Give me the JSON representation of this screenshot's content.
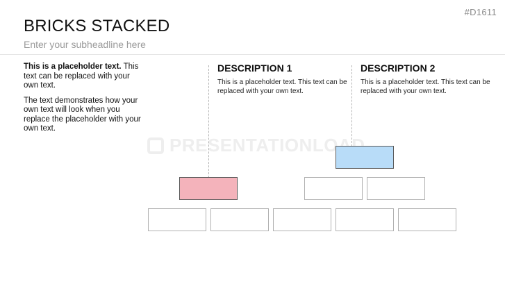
{
  "slide_id": "#D1611",
  "header": {
    "title": "BRICKS STACKED",
    "subtitle": "Enter your subheadline here"
  },
  "left": {
    "bold_lead": "This is a placeholder text.",
    "rest": " This text can be replaced with your own text.",
    "paragraph2": "The text demonstrates how your own text will look when you replace the placeholder with your own text."
  },
  "descriptions": [
    {
      "title": "DESCRIPTION 1",
      "body": "This is a placeholder text. This text can be replaced with your own text."
    },
    {
      "title": "DESCRIPTION 2",
      "body": "This is a placeholder text. This text can be replaced with your own text."
    }
  ],
  "watermark": "PRESENTATIONLOAD",
  "colors": {
    "highlight_1": "#f4b3bb",
    "highlight_2": "#b8dcf8"
  }
}
